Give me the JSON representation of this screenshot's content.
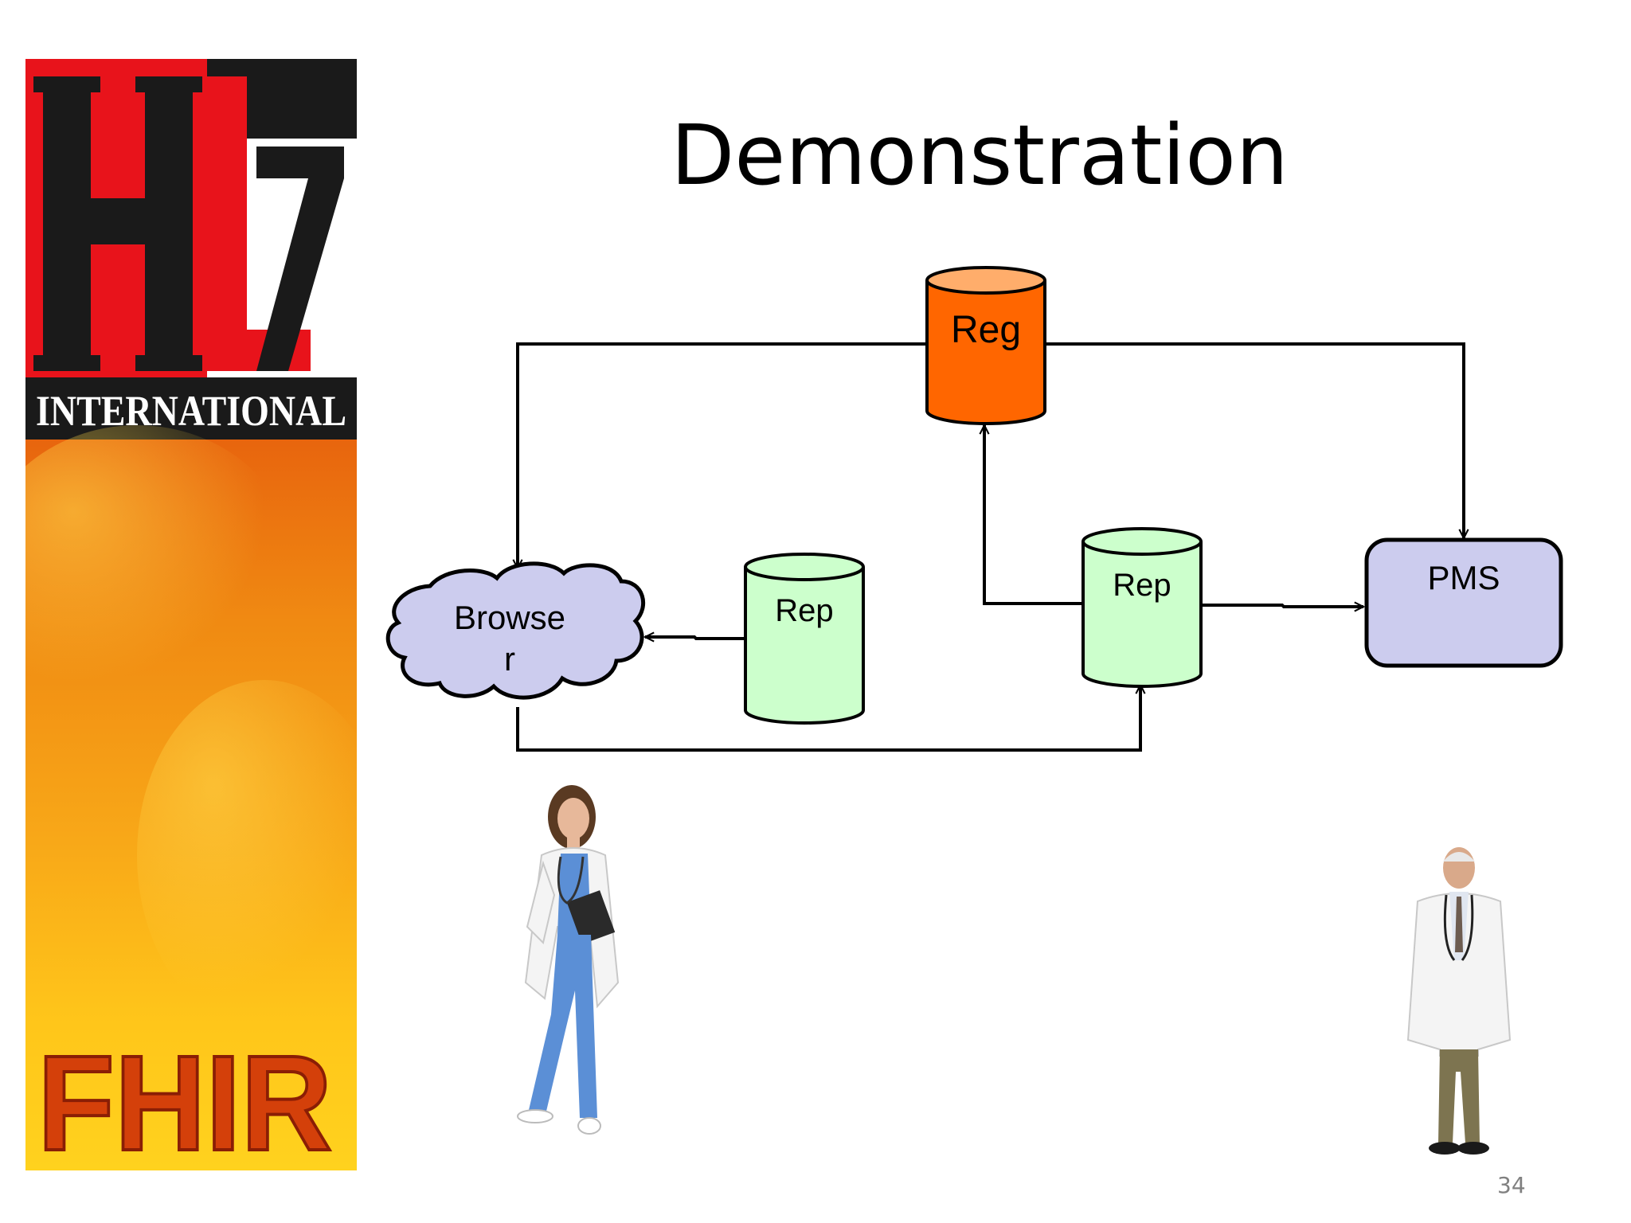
{
  "slide": {
    "title": "Demonstration",
    "page_number": "34"
  },
  "banner": {
    "logo_top_text": "HL7",
    "logo_subtitle": "INTERNATIONAL",
    "logo_bottom_text": "FHIR",
    "colors": {
      "red": "#e8131b",
      "black": "#1a1a1a",
      "orange": "#f08a12",
      "yellow": "#ffcc00"
    }
  },
  "diagram": {
    "nodes": {
      "registry": {
        "label": "Reg",
        "shape": "cylinder",
        "fill": "#ff6600",
        "top_fill": "#ffad6b"
      },
      "repository_left": {
        "label": "Rep",
        "shape": "cylinder",
        "fill": "#ccffcc"
      },
      "repository_right": {
        "label": "Rep",
        "shape": "cylinder",
        "fill": "#ccffcc"
      },
      "browser": {
        "label_line1": "Browse",
        "label_line2": "r",
        "shape": "cloud",
        "fill": "#ccccee"
      },
      "pms": {
        "label": "PMS",
        "shape": "rounded-rectangle",
        "fill": "#ccccee"
      }
    },
    "connectors": [
      {
        "from": "registry",
        "to": "browser"
      },
      {
        "from": "registry",
        "to": "pms"
      },
      {
        "from": "repository_right",
        "to": "registry"
      },
      {
        "from": "repository_right",
        "to": "pms"
      },
      {
        "from": "repository_left",
        "to": "browser"
      },
      {
        "from": "browser",
        "to": "repository_right"
      }
    ]
  },
  "people": {
    "nurse": {
      "icon": "nurse-figure",
      "scrubs_color": "#5b8fd6",
      "coat_color": "#f4f4f4"
    },
    "doctor": {
      "icon": "doctor-figure",
      "coat_color": "#f4f4f4",
      "trousers_color": "#7d7450"
    }
  }
}
